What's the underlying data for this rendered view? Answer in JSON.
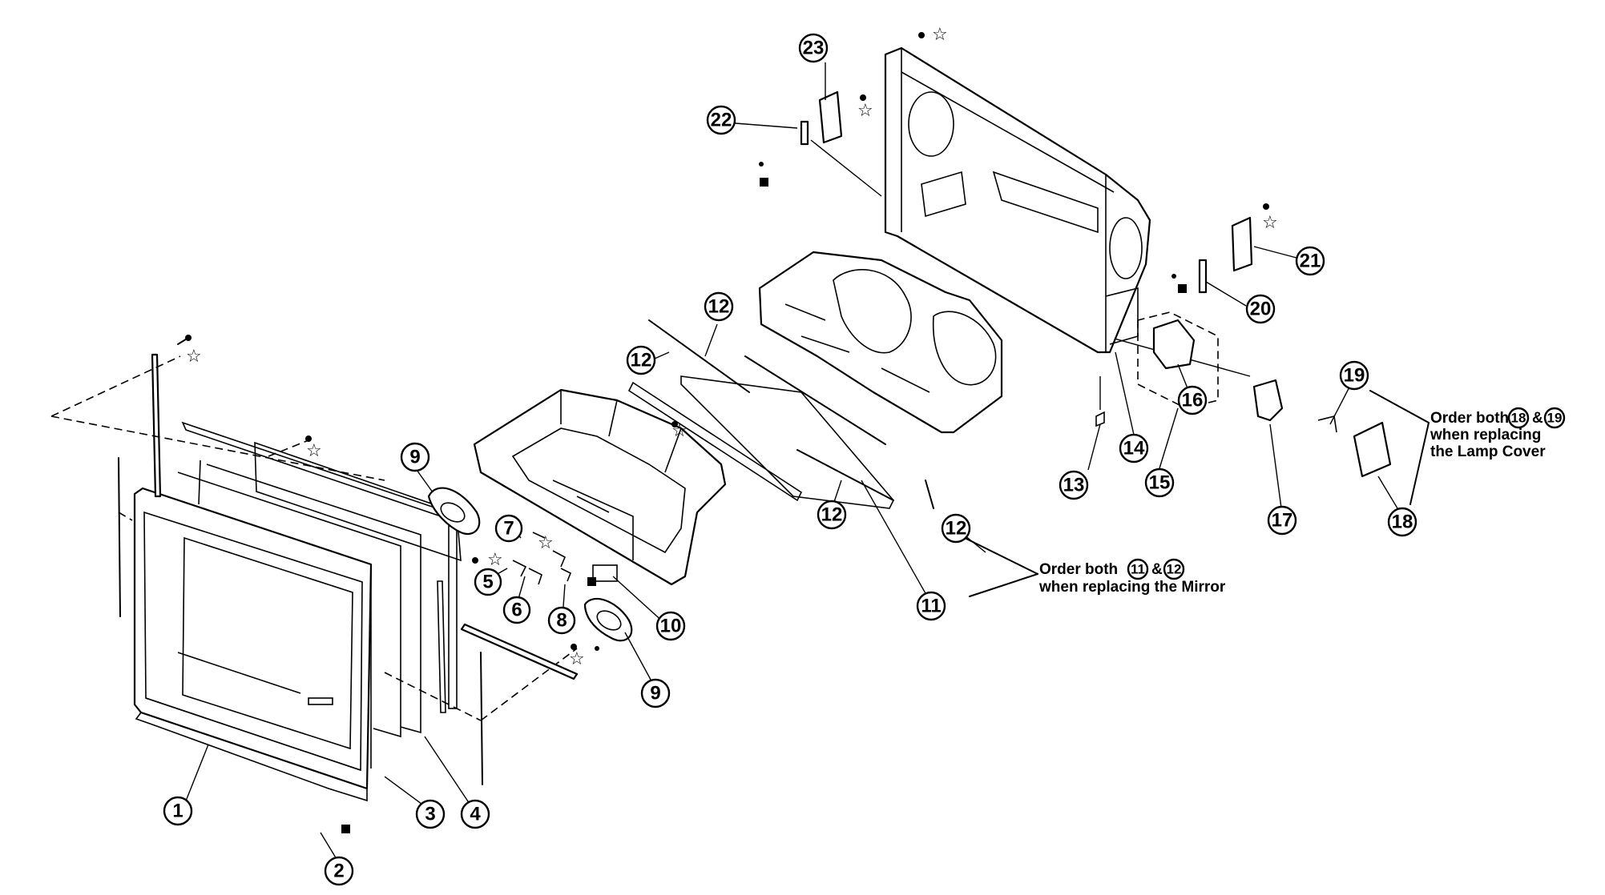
{
  "callouts": [
    {
      "id": "c1",
      "label": "1"
    },
    {
      "id": "c2",
      "label": "2"
    },
    {
      "id": "c3",
      "label": "3"
    },
    {
      "id": "c4",
      "label": "4"
    },
    {
      "id": "c5",
      "label": "5"
    },
    {
      "id": "c6",
      "label": "6"
    },
    {
      "id": "c7",
      "label": "7"
    },
    {
      "id": "c8",
      "label": "8"
    },
    {
      "id": "c9a",
      "label": "9"
    },
    {
      "id": "c9b",
      "label": "9"
    },
    {
      "id": "c10",
      "label": "10"
    },
    {
      "id": "c11",
      "label": "11"
    },
    {
      "id": "c12a",
      "label": "12"
    },
    {
      "id": "c12b",
      "label": "12"
    },
    {
      "id": "c12c",
      "label": "12"
    },
    {
      "id": "c12d",
      "label": "12"
    },
    {
      "id": "c13",
      "label": "13"
    },
    {
      "id": "c14",
      "label": "14"
    },
    {
      "id": "c15",
      "label": "15"
    },
    {
      "id": "c16",
      "label": "16"
    },
    {
      "id": "c17",
      "label": "17"
    },
    {
      "id": "c18",
      "label": "18"
    },
    {
      "id": "c19",
      "label": "19"
    },
    {
      "id": "c20",
      "label": "20"
    },
    {
      "id": "c21",
      "label": "21"
    },
    {
      "id": "c22",
      "label": "22"
    },
    {
      "id": "c23",
      "label": "23"
    }
  ],
  "notes": {
    "mirror": {
      "line1_prefix": "Order both",
      "ref_a": "11",
      "amp": "&",
      "ref_b": "12",
      "line2": "when replacing the Mirror"
    },
    "lamp_cover": {
      "line1_prefix": "Order both",
      "ref_a": "18",
      "amp": "&",
      "ref_b": "19",
      "line2": "when replacing",
      "line3": "the Lamp Cover"
    }
  },
  "symbols": {
    "star": "☆",
    "square": "■"
  },
  "colors": {
    "ink": "#000000",
    "background": "#ffffff"
  }
}
